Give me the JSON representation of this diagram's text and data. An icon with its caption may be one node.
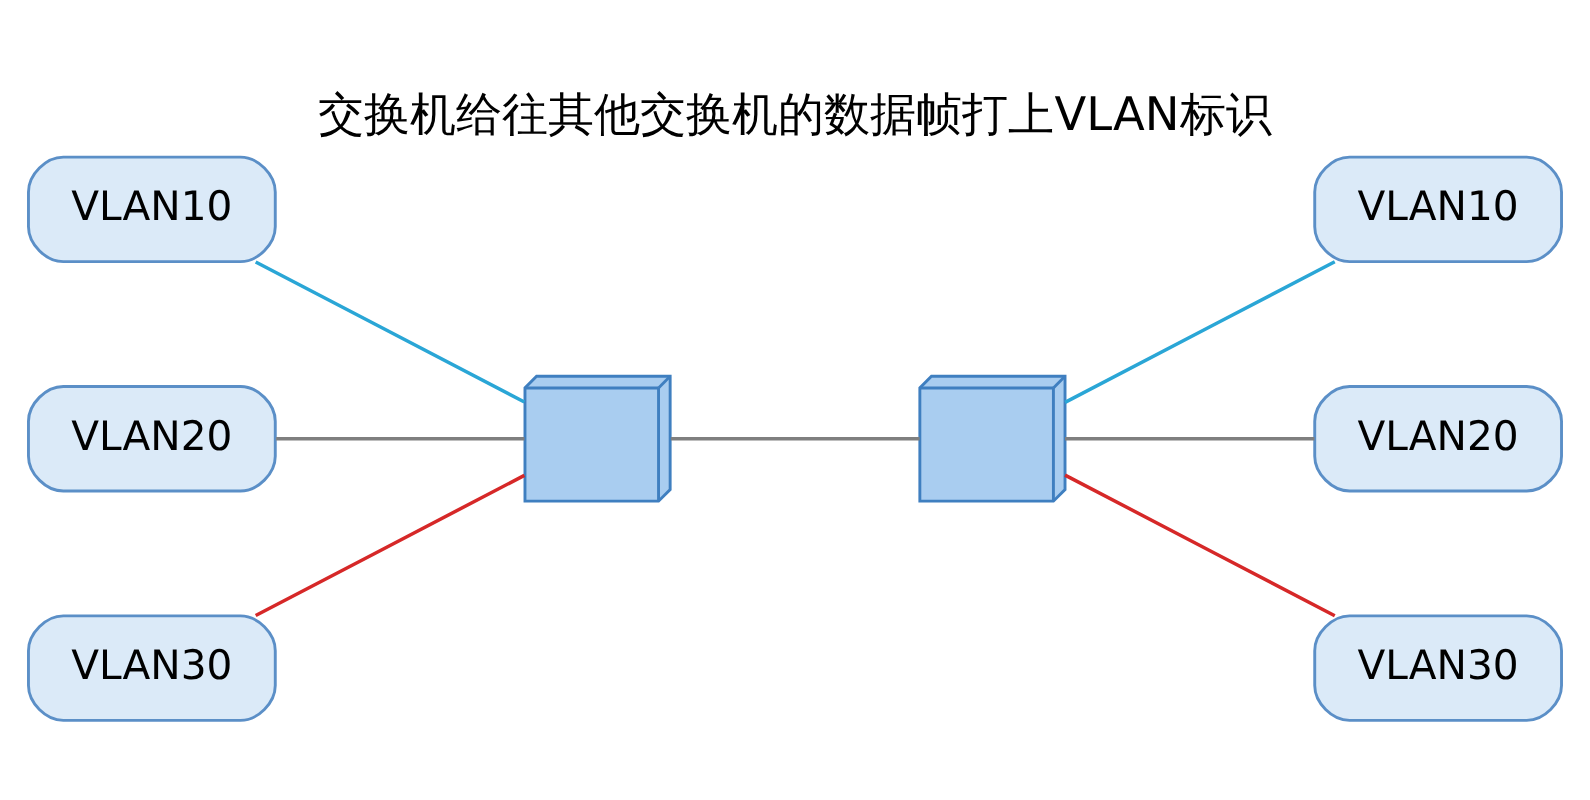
{
  "diagram": {
    "title": "交换机给往其他交换机的数据帧打上VLAN标识",
    "nodes": [
      {
        "text": [
          "VLAN10"
        ]
      },
      {
        "text": [
          "VLAN20"
        ]
      },
      {
        "text": [
          "VLAN30"
        ]
      },
      {
        "text": [],
        "shape": "box"
      },
      {
        "text": [],
        "shape": "box"
      },
      {
        "text": [
          "VLAN10"
        ]
      },
      {
        "text": [
          "VLAN20"
        ]
      },
      {
        "text": [
          "VLAN30"
        ]
      }
    ],
    "edges": [
      {
        "from": 0,
        "to": 3,
        "arrow": "none",
        "color": "#2aa6d6"
      },
      {
        "from": 1,
        "to": 3,
        "arrow": "none"
      },
      {
        "from": 2,
        "to": 3,
        "arrow": "none",
        "color": "#d62828"
      },
      {
        "from": 3,
        "to": 4,
        "arrow": "none"
      },
      {
        "from": 4,
        "to": 5,
        "arrow": "none",
        "color": "#2aa6d6"
      },
      {
        "from": 4,
        "to": 6,
        "arrow": "none"
      },
      {
        "from": 4,
        "to": 7,
        "arrow": "none",
        "color": "#d62828"
      }
    ]
  }
}
